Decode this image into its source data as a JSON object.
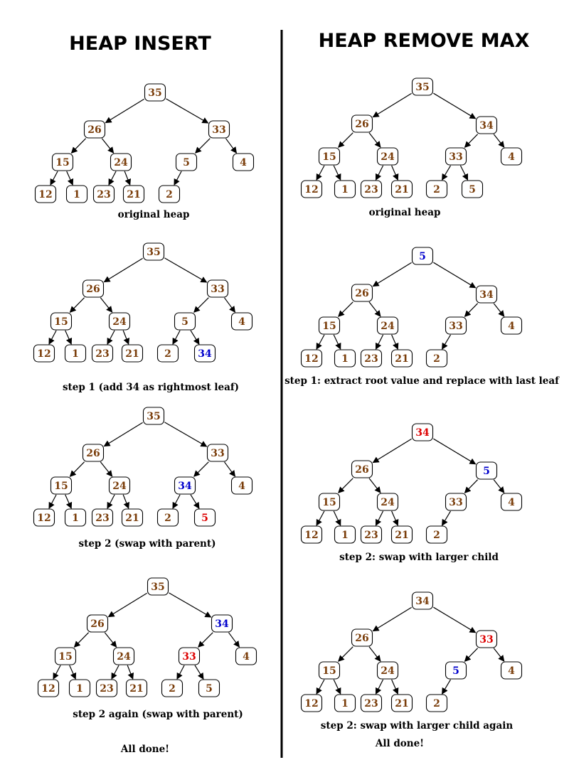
{
  "headings": {
    "left": "HEAP INSERT",
    "right": "HEAP REMOVE MAX"
  },
  "colors": {
    "normal": "#7a3d0a",
    "moved_down": "#0000cc",
    "moved_up": "#dd0000",
    "edge": "#000000"
  },
  "trees": [
    {
      "id": "insert-original",
      "caption": "original heap",
      "nodes": [
        {
          "id": "a",
          "label": "35"
        },
        {
          "id": "b",
          "label": "26"
        },
        {
          "id": "c",
          "label": "33"
        },
        {
          "id": "d",
          "label": "15"
        },
        {
          "id": "e",
          "label": "24"
        },
        {
          "id": "f",
          "label": "5"
        },
        {
          "id": "g",
          "label": "4"
        },
        {
          "id": "h",
          "label": "12"
        },
        {
          "id": "i",
          "label": "1"
        },
        {
          "id": "j",
          "label": "23"
        },
        {
          "id": "k",
          "label": "21"
        },
        {
          "id": "l",
          "label": "2"
        }
      ],
      "edges": [
        [
          "a",
          "b"
        ],
        [
          "a",
          "c"
        ],
        [
          "b",
          "d"
        ],
        [
          "b",
          "e"
        ],
        [
          "c",
          "f"
        ],
        [
          "c",
          "g"
        ],
        [
          "d",
          "h"
        ],
        [
          "d",
          "i"
        ],
        [
          "e",
          "j"
        ],
        [
          "e",
          "k"
        ],
        [
          "f",
          "l"
        ]
      ]
    },
    {
      "id": "insert-step1",
      "caption": "step 1 (add 34 as rightmost leaf)",
      "nodes": [
        {
          "id": "a",
          "label": "35"
        },
        {
          "id": "b",
          "label": "26"
        },
        {
          "id": "c",
          "label": "33"
        },
        {
          "id": "d",
          "label": "15"
        },
        {
          "id": "e",
          "label": "24"
        },
        {
          "id": "f",
          "label": "5"
        },
        {
          "id": "g",
          "label": "4"
        },
        {
          "id": "h",
          "label": "12"
        },
        {
          "id": "i",
          "label": "1"
        },
        {
          "id": "j",
          "label": "23"
        },
        {
          "id": "k",
          "label": "21"
        },
        {
          "id": "l",
          "label": "2"
        },
        {
          "id": "m",
          "label": "34",
          "color": "moved_down"
        }
      ],
      "edges": [
        [
          "a",
          "b"
        ],
        [
          "a",
          "c"
        ],
        [
          "b",
          "d"
        ],
        [
          "b",
          "e"
        ],
        [
          "c",
          "f"
        ],
        [
          "c",
          "g"
        ],
        [
          "d",
          "h"
        ],
        [
          "d",
          "i"
        ],
        [
          "e",
          "j"
        ],
        [
          "e",
          "k"
        ],
        [
          "f",
          "l"
        ],
        [
          "f",
          "m"
        ]
      ]
    },
    {
      "id": "insert-step2",
      "caption": "step 2 (swap with parent)",
      "nodes": [
        {
          "id": "a",
          "label": "35"
        },
        {
          "id": "b",
          "label": "26"
        },
        {
          "id": "c",
          "label": "33"
        },
        {
          "id": "d",
          "label": "15"
        },
        {
          "id": "e",
          "label": "24"
        },
        {
          "id": "f",
          "label": "34",
          "color": "moved_down"
        },
        {
          "id": "g",
          "label": "4"
        },
        {
          "id": "h",
          "label": "12"
        },
        {
          "id": "i",
          "label": "1"
        },
        {
          "id": "j",
          "label": "23"
        },
        {
          "id": "k",
          "label": "21"
        },
        {
          "id": "l",
          "label": "2"
        },
        {
          "id": "m",
          "label": "5",
          "color": "moved_up"
        }
      ],
      "edges": [
        [
          "a",
          "b"
        ],
        [
          "a",
          "c"
        ],
        [
          "b",
          "d"
        ],
        [
          "b",
          "e"
        ],
        [
          "c",
          "f"
        ],
        [
          "c",
          "g"
        ],
        [
          "d",
          "h"
        ],
        [
          "d",
          "i"
        ],
        [
          "e",
          "j"
        ],
        [
          "e",
          "k"
        ],
        [
          "f",
          "l"
        ],
        [
          "f",
          "m"
        ]
      ]
    },
    {
      "id": "insert-step2-again",
      "caption": "step 2 again (swap with parent)",
      "nodes": [
        {
          "id": "a",
          "label": "35"
        },
        {
          "id": "b",
          "label": "26"
        },
        {
          "id": "c",
          "label": "34",
          "color": "moved_down"
        },
        {
          "id": "d",
          "label": "15"
        },
        {
          "id": "e",
          "label": "24"
        },
        {
          "id": "f",
          "label": "33",
          "color": "moved_up"
        },
        {
          "id": "g",
          "label": "4"
        },
        {
          "id": "h",
          "label": "12"
        },
        {
          "id": "i",
          "label": "1"
        },
        {
          "id": "j",
          "label": "23"
        },
        {
          "id": "k",
          "label": "21"
        },
        {
          "id": "l",
          "label": "2"
        },
        {
          "id": "m",
          "label": "5"
        }
      ],
      "edges": [
        [
          "a",
          "b"
        ],
        [
          "a",
          "c"
        ],
        [
          "b",
          "d"
        ],
        [
          "b",
          "e"
        ],
        [
          "c",
          "f"
        ],
        [
          "c",
          "g"
        ],
        [
          "d",
          "h"
        ],
        [
          "d",
          "i"
        ],
        [
          "e",
          "j"
        ],
        [
          "e",
          "k"
        ],
        [
          "f",
          "l"
        ],
        [
          "f",
          "m"
        ]
      ]
    },
    {
      "id": "remove-original",
      "caption": "original heap",
      "nodes": [
        {
          "id": "a",
          "label": "35"
        },
        {
          "id": "b",
          "label": "26"
        },
        {
          "id": "c",
          "label": "34"
        },
        {
          "id": "d",
          "label": "15"
        },
        {
          "id": "e",
          "label": "24"
        },
        {
          "id": "f",
          "label": "33"
        },
        {
          "id": "g",
          "label": "4"
        },
        {
          "id": "h",
          "label": "12"
        },
        {
          "id": "i",
          "label": "1"
        },
        {
          "id": "j",
          "label": "23"
        },
        {
          "id": "k",
          "label": "21"
        },
        {
          "id": "l",
          "label": "2"
        },
        {
          "id": "m",
          "label": "5"
        }
      ],
      "edges": [
        [
          "a",
          "b"
        ],
        [
          "a",
          "c"
        ],
        [
          "b",
          "d"
        ],
        [
          "b",
          "e"
        ],
        [
          "c",
          "f"
        ],
        [
          "c",
          "g"
        ],
        [
          "d",
          "h"
        ],
        [
          "d",
          "i"
        ],
        [
          "e",
          "j"
        ],
        [
          "e",
          "k"
        ],
        [
          "f",
          "l"
        ],
        [
          "f",
          "m"
        ]
      ]
    },
    {
      "id": "remove-step1",
      "caption": "step 1: extract root value and replace with last leaf",
      "nodes": [
        {
          "id": "a",
          "label": "5",
          "color": "moved_down"
        },
        {
          "id": "b",
          "label": "26"
        },
        {
          "id": "c",
          "label": "34"
        },
        {
          "id": "d",
          "label": "15"
        },
        {
          "id": "e",
          "label": "24"
        },
        {
          "id": "f",
          "label": "33"
        },
        {
          "id": "g",
          "label": "4"
        },
        {
          "id": "h",
          "label": "12"
        },
        {
          "id": "i",
          "label": "1"
        },
        {
          "id": "j",
          "label": "23"
        },
        {
          "id": "k",
          "label": "21"
        },
        {
          "id": "l",
          "label": "2"
        }
      ],
      "edges": [
        [
          "a",
          "b"
        ],
        [
          "a",
          "c"
        ],
        [
          "b",
          "d"
        ],
        [
          "b",
          "e"
        ],
        [
          "c",
          "f"
        ],
        [
          "c",
          "g"
        ],
        [
          "d",
          "h"
        ],
        [
          "d",
          "i"
        ],
        [
          "e",
          "j"
        ],
        [
          "e",
          "k"
        ],
        [
          "f",
          "l"
        ]
      ]
    },
    {
      "id": "remove-step2",
      "caption": "step 2: swap with larger child",
      "nodes": [
        {
          "id": "a",
          "label": "34",
          "color": "moved_up"
        },
        {
          "id": "b",
          "label": "26"
        },
        {
          "id": "c",
          "label": "5",
          "color": "moved_down"
        },
        {
          "id": "d",
          "label": "15"
        },
        {
          "id": "e",
          "label": "24"
        },
        {
          "id": "f",
          "label": "33"
        },
        {
          "id": "g",
          "label": "4"
        },
        {
          "id": "h",
          "label": "12"
        },
        {
          "id": "i",
          "label": "1"
        },
        {
          "id": "j",
          "label": "23"
        },
        {
          "id": "k",
          "label": "21"
        },
        {
          "id": "l",
          "label": "2"
        }
      ],
      "edges": [
        [
          "a",
          "b"
        ],
        [
          "a",
          "c"
        ],
        [
          "b",
          "d"
        ],
        [
          "b",
          "e"
        ],
        [
          "c",
          "f"
        ],
        [
          "c",
          "g"
        ],
        [
          "d",
          "h"
        ],
        [
          "d",
          "i"
        ],
        [
          "e",
          "j"
        ],
        [
          "e",
          "k"
        ],
        [
          "f",
          "l"
        ]
      ]
    },
    {
      "id": "remove-step2-again",
      "caption": "step 2: swap with larger child again",
      "nodes": [
        {
          "id": "a",
          "label": "34"
        },
        {
          "id": "b",
          "label": "26"
        },
        {
          "id": "c",
          "label": "33",
          "color": "moved_up"
        },
        {
          "id": "d",
          "label": "15"
        },
        {
          "id": "e",
          "label": "24"
        },
        {
          "id": "f",
          "label": "5",
          "color": "moved_down"
        },
        {
          "id": "g",
          "label": "4"
        },
        {
          "id": "h",
          "label": "12"
        },
        {
          "id": "i",
          "label": "1"
        },
        {
          "id": "j",
          "label": "23"
        },
        {
          "id": "k",
          "label": "21"
        },
        {
          "id": "l",
          "label": "2"
        }
      ],
      "edges": [
        [
          "a",
          "b"
        ],
        [
          "a",
          "c"
        ],
        [
          "b",
          "d"
        ],
        [
          "b",
          "e"
        ],
        [
          "c",
          "f"
        ],
        [
          "c",
          "g"
        ],
        [
          "d",
          "h"
        ],
        [
          "d",
          "i"
        ],
        [
          "e",
          "j"
        ],
        [
          "e",
          "k"
        ],
        [
          "f",
          "l"
        ]
      ]
    }
  ],
  "done": {
    "left": "All done!",
    "right": "All done!"
  }
}
